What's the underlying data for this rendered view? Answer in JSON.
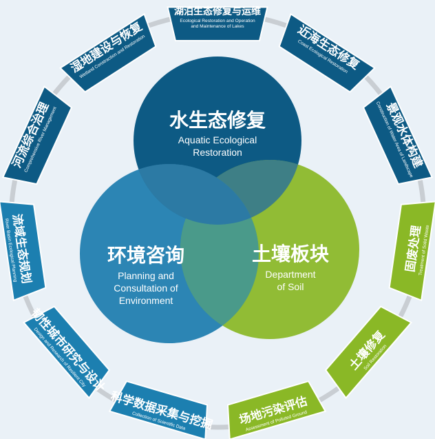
{
  "colors": {
    "dark_blue": "#0d5a84",
    "mid_blue": "#1c80b0",
    "green": "#8ab826",
    "ring": "#c9ced3"
  },
  "center": {
    "water": {
      "zh": "水生态修复",
      "en1": "Aquatic Ecological",
      "en2": "Restoration"
    },
    "env": {
      "zh": "环境咨询",
      "en1": "Planning and",
      "en2": "Consultation of",
      "en3": "Environment"
    },
    "soil": {
      "zh": "土壤板块",
      "en1": "Department",
      "en2": "of Soil"
    }
  },
  "segments": [
    {
      "zh": "湖泊生态修复与运维",
      "en1": "Ecological Restoration and Operation",
      "en2": "and Maintenance of Lakes",
      "group": "water"
    },
    {
      "zh": "近海生态修复",
      "en1": "Coast Ecological Restoration",
      "group": "water"
    },
    {
      "zh": "景观水体构建",
      "en1": "Construction of Water Area of Landscape",
      "group": "water"
    },
    {
      "zh": "固废处理",
      "en1": "Treatment of Solid Waste",
      "group": "soil"
    },
    {
      "zh": "土壤修复",
      "en1": "Soil Restoration",
      "group": "soil"
    },
    {
      "zh": "场地污染评估",
      "en1": "Assessment of Polluted Ground",
      "group": "soil"
    },
    {
      "zh": "科学数据采集与挖掘",
      "en1": "Collection of Scientific Data",
      "group": "env"
    },
    {
      "zh": "韧性城市研究与设计",
      "en1": "Design and Research of Resilient City",
      "group": "env"
    },
    {
      "zh": "流域生态规划",
      "en1": "River Basin Ecological Planning",
      "group": "env"
    },
    {
      "zh": "河流综合治理",
      "en1": "Comprehensive River Management",
      "group": "water"
    },
    {
      "zh": "湿地建设与恢复",
      "en1": "Wetland Constraction and Restoration",
      "group": "water"
    }
  ]
}
